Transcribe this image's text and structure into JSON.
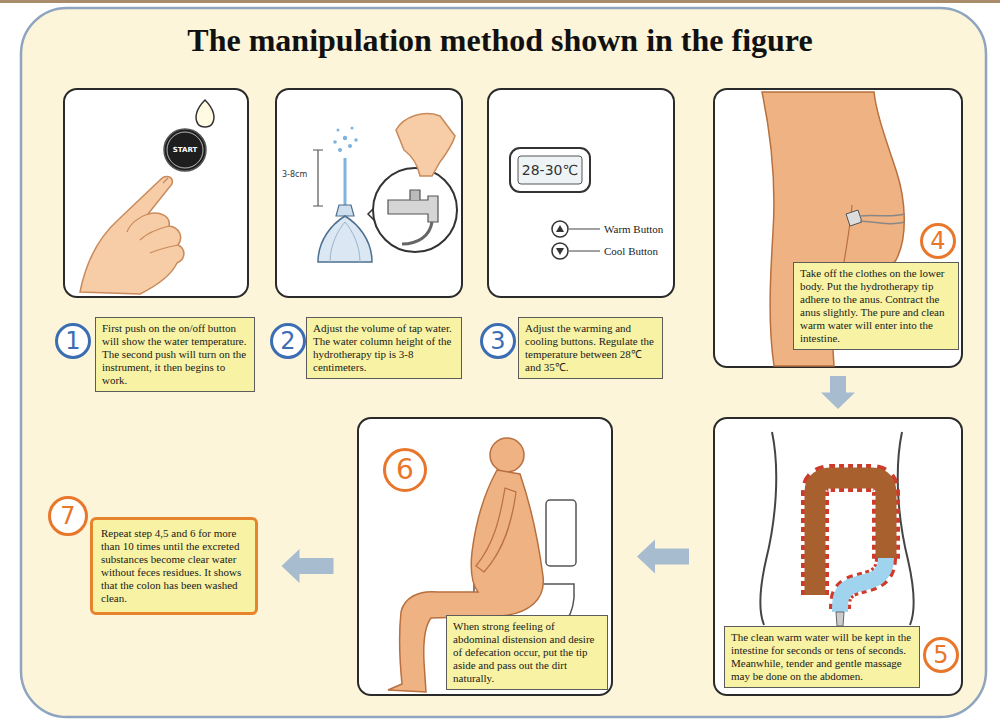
{
  "diagram": {
    "title": "The manipulation method shown in the figure",
    "nodes": [
      {
        "text": [
          "START"
        ]
      },
      {
        "text": [
          "1",
          "First push on the on/off button will show the water temperature. The second push will turn on the instrument, it then begins to work."
        ]
      },
      {
        "text": [
          "3-8cm"
        ]
      },
      {
        "text": [
          "2",
          "Adjust the volume of tap water. The water column height of the hydrotherapy tip is 3-8 centimeters."
        ]
      },
      {
        "text": [
          "28-30℃",
          "Warm Button",
          "Cool Button"
        ]
      },
      {
        "text": [
          "3",
          "Adjust the warming and cooling buttons. Regulate the temperature between 28℃ and 35℃."
        ]
      },
      {
        "text": []
      },
      {
        "text": [
          "4",
          "Take off the clothes on the lower body. Put the hydrotherapy tip adhere to the anus. Contract the anus slightly. The pure and clean warm water will enter into the intestine."
        ],
        "in": 6
      },
      {
        "text": []
      },
      {
        "text": [
          "5",
          "The clean warm water will be kept in the intestine for seconds or tens of seconds. Meanwhile, tender and gentle massage may be done on the abdomen."
        ],
        "in": 8
      },
      {
        "text": [
          "6"
        ]
      },
      {
        "text": [
          "When strong feeling of abdominal distension and desire of defecation occur, put the tip aside and pass out the dirt naturally."
        ],
        "in": 10
      },
      {
        "text": [
          "7",
          "Repeat step 4,5 and 6 for more than 10 times until the excreted substances become clear water without feces residues. It shows that the colon has been washed clean."
        ]
      }
    ],
    "edges": [
      {
        "from": 6,
        "to": 8,
        "arrow": "to"
      },
      {
        "from": 8,
        "to": 10,
        "arrow": "to"
      },
      {
        "from": 10,
        "to": 12,
        "arrow": "to"
      }
    ]
  }
}
